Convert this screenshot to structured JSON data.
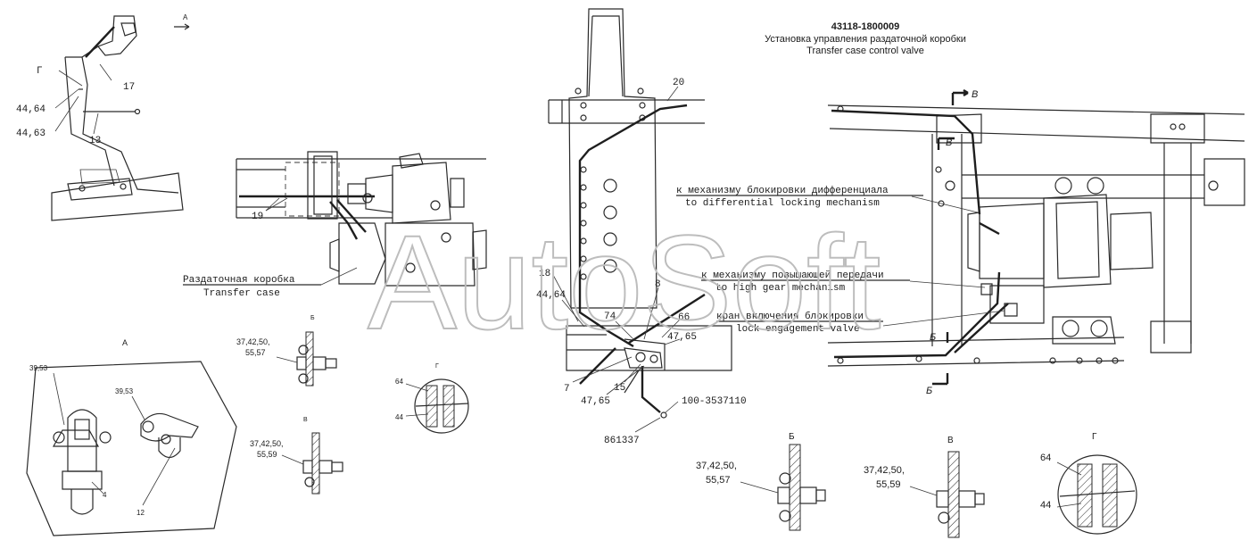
{
  "header": {
    "part_number": "43118-1800009",
    "title_ru": "Установка управления раздаточной коробки",
    "title_en": "Transfer case control valve"
  },
  "watermark": "AutoSoft",
  "callouts": {
    "c17": "17",
    "c13": "13",
    "c_g": "Г",
    "c_4464_top": "44,64",
    "c_4463": "44,63",
    "c19": "19",
    "c20": "20",
    "c18": "18",
    "c_4464_mid": "44,64",
    "c8": "8",
    "c74": "74",
    "c66": "66",
    "c_4765_a": "47,65",
    "c7": "7",
    "c15": "15",
    "c_4765_b": "47,65",
    "c_100": "100-3537110",
    "c_861337": "861337",
    "c_3953_a": "39,53",
    "c_3953_b": "39,53",
    "c4": "4",
    "c12": "12"
  },
  "labels": {
    "transfer_ru": "Раздаточная коробка",
    "transfer_en": "Transfer case",
    "diff_ru": "к механизму блокировки дифференциала",
    "diff_en": "to differential locking mechanism",
    "high_ru": "к механизму повышающей передачи",
    "high_en": "to high gear mechanism",
    "valve_ru": "кран включения блокировки",
    "valve_en": "lock engagement valve"
  },
  "views": {
    "a_top": "А",
    "a_detail": "А",
    "b_small": "Б",
    "v_small": "В",
    "g_small": "Г",
    "b_large": "Б",
    "v_large": "В",
    "g_large": "Г",
    "sec_v_top": "В",
    "sec_v_bot": "В",
    "sec_b_left": "Б",
    "sec_b_bot": "Б"
  },
  "details": {
    "small_b_1": "37,42,50,",
    "small_b_2": "55,57",
    "small_v_1": "37,42,50,",
    "small_v_2": "55,59",
    "small_g_64": "64",
    "small_g_44": "44",
    "large_b_1": "37,42,50,",
    "large_b_2": "55,57",
    "large_v_1": "37,42,50,",
    "large_v_2": "55,59",
    "large_g_64": "64",
    "large_g_44": "44"
  }
}
